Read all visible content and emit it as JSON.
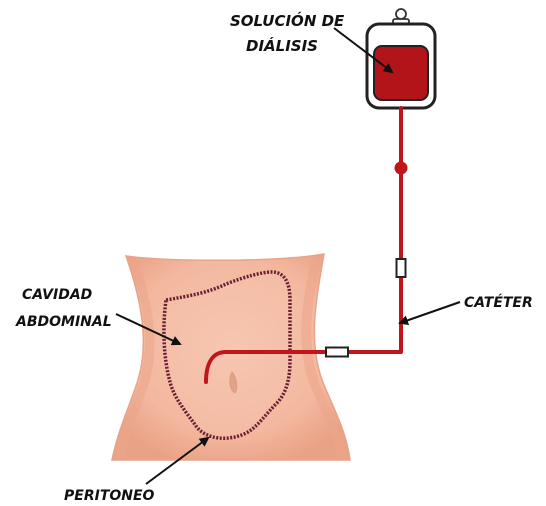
{
  "labels": {
    "solution_line1": "SOLUCIÓN DE",
    "solution_line2": "DIÁLISIS",
    "cavity_line1": "CAVIDAD",
    "cavity_line2": "ABDOMINAL",
    "catheter": "CATÉTER",
    "peritoneum": "PERITONEO"
  },
  "colors": {
    "tube": "#c0161b",
    "fluid": "#b3141a",
    "skin": "#f4b8a0",
    "skin_shadow": "#e8a287",
    "peritoneum_outline": "#6b1f35",
    "arrow": "#111111"
  }
}
